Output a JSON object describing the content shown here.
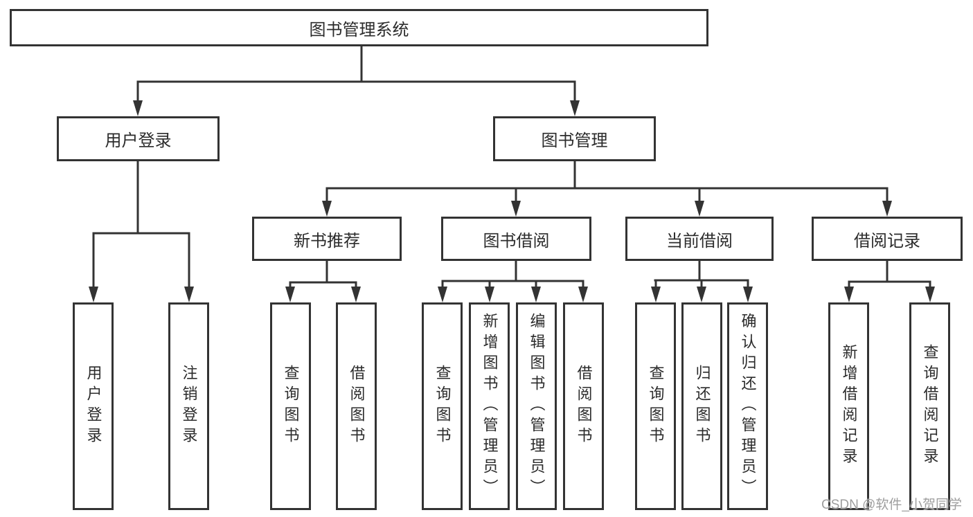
{
  "diagram": {
    "root": "图书管理系统",
    "level2": {
      "user_login": "用户登录",
      "book_management": "图书管理"
    },
    "level3": {
      "new_book_recommend": "新书推荐",
      "book_borrow": "图书借阅",
      "current_borrow": "当前借阅",
      "borrow_records": "借阅记录"
    },
    "leaves": {
      "user_login": "用户登录",
      "logout": "注销登录",
      "rec_query_books": "查询图书",
      "rec_borrow_books": "借阅图书",
      "bb_query_books": "查询图书",
      "bb_add_books_admin": "新增图书（管理员）",
      "bb_edit_books_admin": "编辑图书（管理员）",
      "bb_borrow_books": "借阅图书",
      "cur_query_books": "查询图书",
      "cur_return_books": "归还图书",
      "cur_confirm_return_admin": "确认归还（管理员）",
      "log_add_borrow_record": "新增借阅记录",
      "log_query_borrow_record": "查询借阅记录"
    }
  },
  "watermark": "CSDN @软件_小贺同学",
  "colors": {
    "line": "#333333",
    "text": "#2b2b2b",
    "background": "#ffffff",
    "watermark": "#9e9e9e"
  }
}
